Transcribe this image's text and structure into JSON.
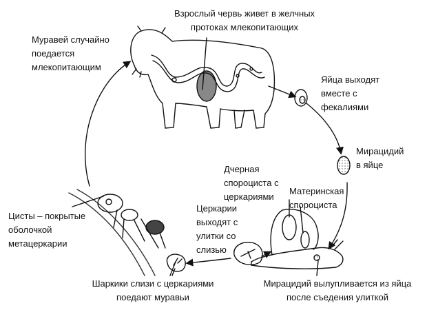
{
  "labels": {
    "adult_worm": [
      "Взрослый червь живет в желчных",
      "протоках млекопитающих"
    ],
    "ant_eaten": [
      "Муравей случайно",
      "поедается",
      "млекопитающим"
    ],
    "eggs_exit": [
      "Яйца выходят",
      "вместе с",
      "фекалиями"
    ],
    "miracidium_in_egg": [
      "Мирацидий",
      "в яйце"
    ],
    "daughter_sporocyst": [
      "Дчерная",
      "спороциста с",
      "церкариями"
    ],
    "mother_sporocyst": [
      "Материнская",
      "спороциста"
    ],
    "cercariae_exit": [
      "Церкарии",
      "выходят с",
      "улитки со",
      "слизью"
    ],
    "cysts": [
      "Цисты – покрытые",
      "оболочкой",
      "метацеркарии"
    ],
    "slime_balls": [
      "Шаркики слизи с церкариями",
      "поедают муравьи"
    ],
    "miracidium_hatch": [
      "Мирацидий вылупливается из яйца",
      "после съедения улиткой"
    ]
  }
}
